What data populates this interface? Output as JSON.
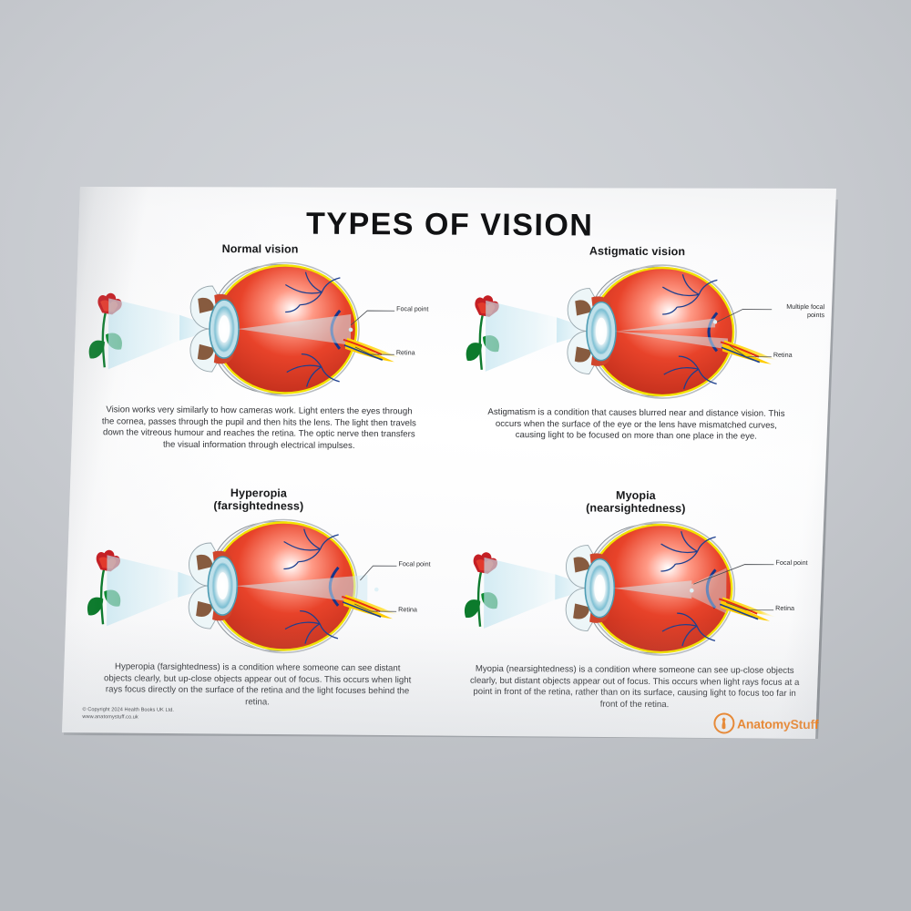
{
  "poster": {
    "title": "TYPES OF VISION",
    "background_color": "#c8cbd0",
    "sheet_color": "#ffffff",
    "accent_color": "#f07d18"
  },
  "panels": [
    {
      "id": "normal-vision",
      "heading": "Normal vision",
      "heading_line2": "",
      "body": "Vision works very similarly to how cameras work. Light enters the eyes through the cornea, passes through the pupil and then hits the lens. The light then travels down the vitreous humour and reaches the retina. The optic nerve then transfers the visual information through electrical impulses.",
      "callouts": [
        {
          "label": "Focal point"
        },
        {
          "label": "Retina"
        }
      ]
    },
    {
      "id": "astigmatic-vision",
      "heading": "Astigmatic vision",
      "heading_line2": "",
      "body": "Astigmatism is a condition that causes blurred near and distance vision. This occurs when the surface of the eye or the lens have mismatched curves, causing light to be focused on more than one place in the eye.",
      "callouts": [
        {
          "label": "Multiple focal\npoints"
        },
        {
          "label": "Retina"
        }
      ]
    },
    {
      "id": "hyperopia",
      "heading": "Hyperopia",
      "heading_line2": "(farsightedness)",
      "body": "Hyperopia (farsightedness) is a condition where someone can see distant objects clearly, but up-close objects appear out of focus. This occurs when light rays focus directly on the surface of the retina and the light focuses behind the retina.",
      "callouts": [
        {
          "label": "Focal point"
        },
        {
          "label": "Retina"
        }
      ]
    },
    {
      "id": "myopia",
      "heading": "Myopia",
      "heading_line2": "(nearsightedness)",
      "body": "Myopia (nearsightedness) is a condition where someone can see up-close objects clearly, but distant objects appear out of focus. This occurs when light rays focus at a point in front of the retina, rather than on its surface, causing light to focus too far in front of the retina.",
      "callouts": [
        {
          "label": "Focal point"
        },
        {
          "label": "Retina"
        }
      ]
    }
  ],
  "footer": {
    "copyright_line1": "© Copyright 2024 Health Books UK Ltd.",
    "copyright_line2": "www.anatomystuff.co.uk",
    "logo_text": "AnatomyStuff"
  }
}
